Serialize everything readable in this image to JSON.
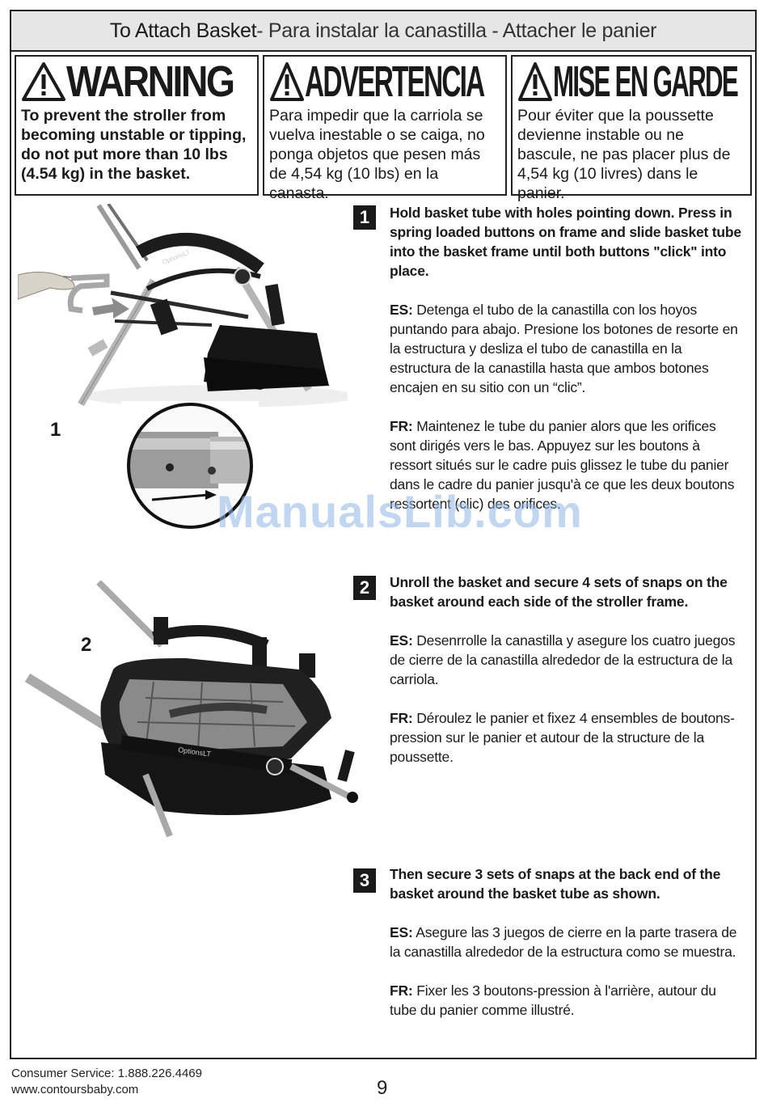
{
  "title": {
    "main": "To Attach Basket",
    "sub": " - Para instalar la canastilla - Attacher le panier"
  },
  "warnings": [
    {
      "word": "WARNING",
      "text": "To prevent the stroller from becoming unstable or tipping, do not put more than 10 lbs (4.54 kg) in the basket."
    },
    {
      "word": "ADVERTENCIA",
      "text": "Para impedir que la carriola se vuelva inestable o se caiga, no ponga objetos que pesen más de 4,54 kg (10 lbs) en la canasta."
    },
    {
      "word": "MISE EN GARDE",
      "text": "Pour éviter que la poussette devienne instable ou ne bascule, ne pas placer plus de 4,54 kg (10 livres) dans le panier."
    }
  ],
  "steps": [
    {
      "num": "1",
      "en": "Hold basket tube with holes pointing down. Press in spring loaded buttons on frame and slide basket tube into the basket frame until both buttons \"click\" into place.",
      "es_label": "ES:",
      "es": " Detenga el tubo de la canastilla con los hoyos puntando para abajo. Presione los botones de resorte en la estructura y desliza el tubo de canastilla en la estructura de la canastilla hasta que ambos botones encajen en su sitio con un “clic”.",
      "fr_label": "FR:",
      "fr": " Maintenez le tube du panier alors que les orifices sont dirigés vers le bas. Appuyez sur les boutons à ressort situés sur le cadre puis glissez le tube du panier dans le cadre du panier jusqu'à ce que les deux boutons ressortent (clic) des orifices."
    },
    {
      "num": "2",
      "en": "Unroll the basket and secure 4 sets of snaps on the basket around each side of the stroller frame.",
      "es_label": "ES:",
      "es": " Desenrrolle la canastilla y asegure los cuatro juegos de cierre de la canastilla alrededor de la estructura de la carriola.",
      "fr_label": "FR:",
      "fr": " Déroulez le panier et fixez 4 ensembles de boutons-pression sur le panier et autour de la structure de la poussette."
    },
    {
      "num": "3",
      "en": "Then secure 3 sets of snaps at the back end of the basket around the basket tube as shown.",
      "es_label": "ES:",
      "es": " Asegure las 3 juegos de cierre en la parte trasera de la canastilla alrededor de la estructura como se muestra.",
      "fr_label": "FR:",
      "fr": " Fixer les 3 boutons-pression à l'arrière, autour du tube du panier comme illustré."
    }
  ],
  "figure_labels": [
    "1",
    "2"
  ],
  "photo_text": {
    "brand": "OptionsLT"
  },
  "watermark": "ManualsLib.com",
  "footer": {
    "service": "Consumer Service: 1.888.226.4469",
    "website": "www.contoursbaby.com",
    "page": "9"
  }
}
